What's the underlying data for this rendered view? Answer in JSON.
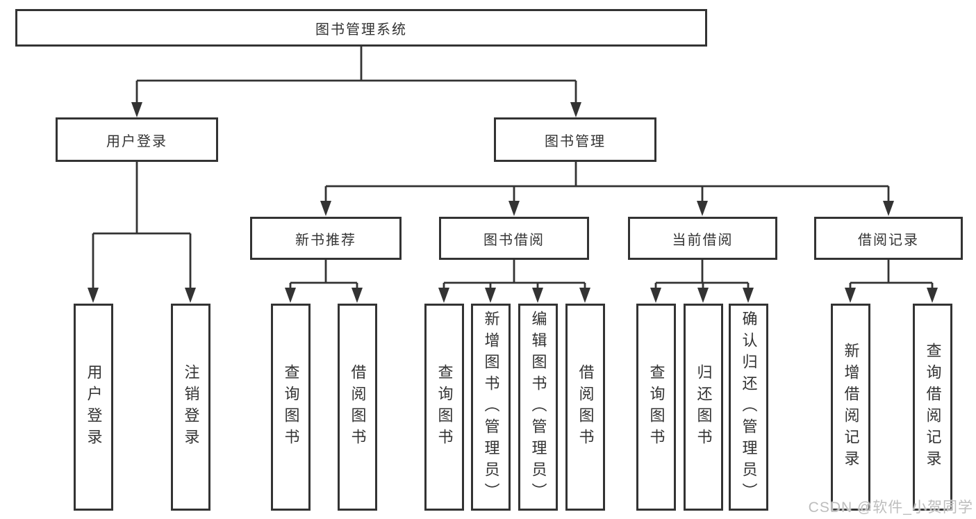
{
  "diagram": {
    "title": "图书管理系统",
    "colors": {
      "line": "#333333",
      "box_border": "#333333",
      "box_fill": "#ffffff",
      "text": "#333333",
      "background": "#ffffff",
      "watermark": "#bdbdbd"
    },
    "nodes": {
      "root": {
        "label": "图书管理系统"
      },
      "user_login": {
        "label": "用户登录"
      },
      "book_mgmt": {
        "label": "图书管理"
      },
      "new_book_rec": {
        "label": "新书推荐"
      },
      "book_borrow": {
        "label": "图书借阅"
      },
      "current_borrow": {
        "label": "当前借阅"
      },
      "borrow_records": {
        "label": "借阅记录"
      },
      "leaf_user_login": {
        "label": "用户登录"
      },
      "leaf_logout": {
        "label": "注销登录"
      },
      "leaf_rec_query_book": {
        "label": "查询图书"
      },
      "leaf_rec_borrow_book": {
        "label": "借阅图书"
      },
      "leaf_bor_query_book": {
        "label": "查询图书"
      },
      "leaf_bor_add_book": {
        "label": "新增图书（管理员）"
      },
      "leaf_bor_edit_book": {
        "label": "编辑图书（管理员）"
      },
      "leaf_bor_borrow_book": {
        "label": "借阅图书"
      },
      "leaf_cur_query_book": {
        "label": "查询图书"
      },
      "leaf_cur_return_book": {
        "label": "归还图书"
      },
      "leaf_cur_confirm_return": {
        "label": "确认归还（管理员）"
      },
      "leaf_records_add": {
        "label": "新增借阅记录"
      },
      "leaf_records_query": {
        "label": "查询借阅记录"
      }
    },
    "hierarchy": {
      "root_children": [
        "用户登录",
        "图书管理"
      ],
      "user_login_children": [
        "用户登录",
        "注销登录"
      ],
      "book_mgmt_children": [
        "新书推荐",
        "图书借阅",
        "当前借阅",
        "借阅记录"
      ],
      "new_book_rec_children": [
        "查询图书",
        "借阅图书"
      ],
      "book_borrow_children": [
        "查询图书",
        "新增图书（管理员）",
        "编辑图书（管理员）",
        "借阅图书"
      ],
      "current_borrow_children": [
        "查询图书",
        "归还图书",
        "确认归还（管理员）"
      ],
      "borrow_records_children": [
        "新增借阅记录",
        "查询借阅记录"
      ]
    }
  },
  "watermark": {
    "text": "CSDN @软件_小贺同学"
  }
}
